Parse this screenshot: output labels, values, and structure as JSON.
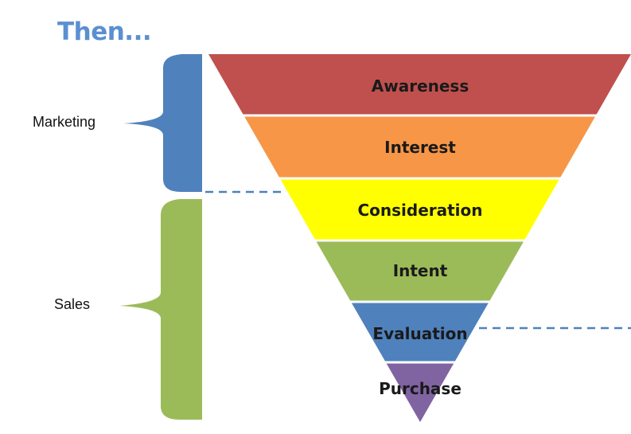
{
  "title": "Then...",
  "brackets": {
    "marketing": {
      "label": "Marketing",
      "color": "#4f81bd"
    },
    "sales": {
      "label": "Sales",
      "color": "#9bbb59"
    }
  },
  "divider_color": "#4f81bd",
  "funnel": {
    "stages": [
      {
        "label": "Awareness",
        "color": "#c0504d"
      },
      {
        "label": "Interest",
        "color": "#f79646"
      },
      {
        "label": "Consideration",
        "color": "#ffff00"
      },
      {
        "label": "Intent",
        "color": "#9bbb59"
      },
      {
        "label": "Evaluation",
        "color": "#4f81bd"
      },
      {
        "label": "Purchase",
        "color": "#8064a2"
      }
    ]
  }
}
